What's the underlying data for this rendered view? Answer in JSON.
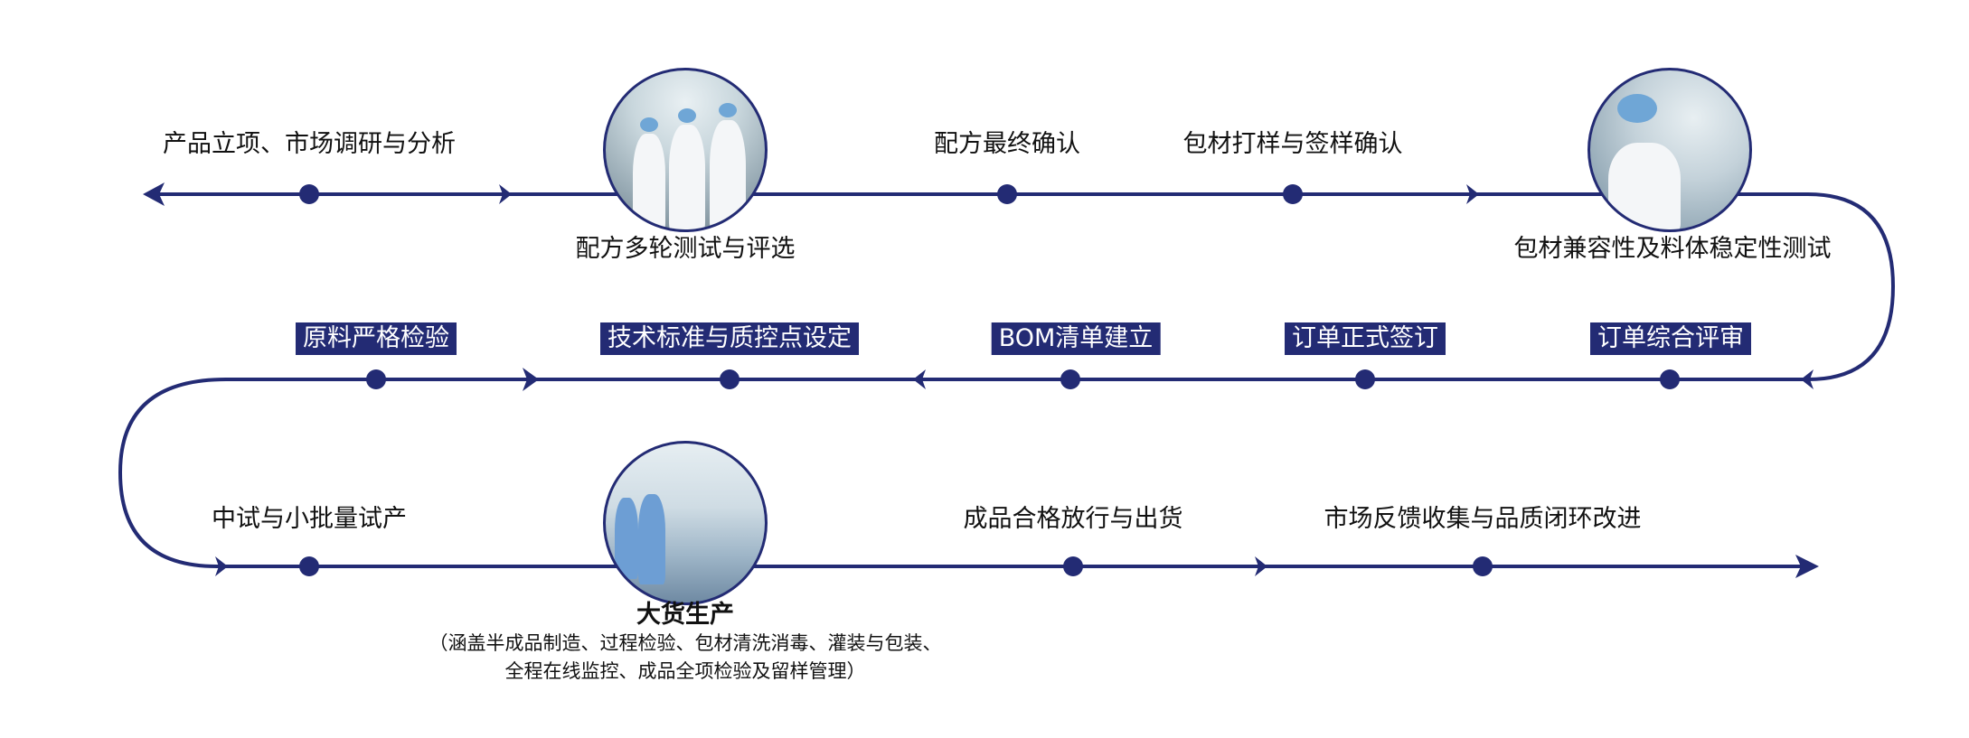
{
  "colors": {
    "line": "#232b74",
    "label_box": "#232b74"
  },
  "row1": [
    {
      "label": "产品立项、市场调研与分析"
    },
    {
      "label": "配方多轮测试与评选"
    },
    {
      "label": "配方最终确认"
    },
    {
      "label": "包材打样与签样确认"
    },
    {
      "label": "包材兼容性及料体稳定性测试"
    }
  ],
  "row2": [
    {
      "label": "原料严格检验"
    },
    {
      "label": "技术标准与质控点设定"
    },
    {
      "label": "BOM清单建立"
    },
    {
      "label": "订单正式签订"
    },
    {
      "label": "订单综合评审"
    }
  ],
  "row3": [
    {
      "label": "中试与小批量试产"
    },
    {
      "label": "大货生产",
      "note_line1": "（涵盖半成品制造、过程检验、包材清洗消毒、灌装与包装、",
      "note_line2": "全程在线监控、成品全项检验及留样管理）"
    },
    {
      "label": "成品合格放行与出货"
    },
    {
      "label": "市场反馈收集与品质闭环改进"
    }
  ]
}
